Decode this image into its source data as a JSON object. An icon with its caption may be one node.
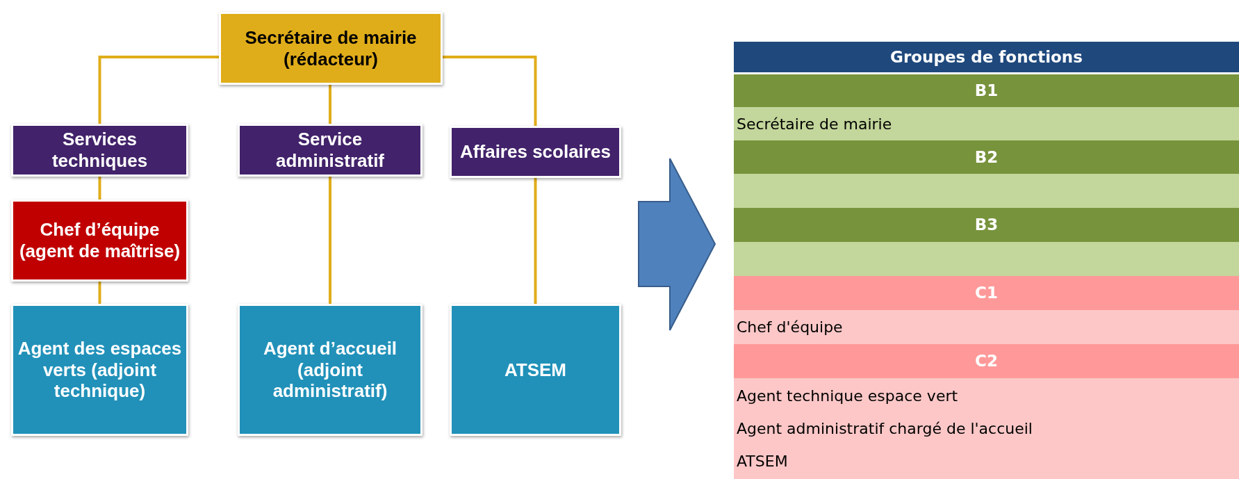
{
  "diagram": {
    "nodes": [
      {
        "text": [
          "Secrétaire de mairie (rédacteur)"
        ]
      },
      {
        "text": [
          "Services techniques"
        ]
      },
      {
        "text": [
          "Service administratif"
        ]
      },
      {
        "text": [
          "Affaires scolaires"
        ]
      },
      {
        "text": [
          "Chef d’équipe (agent de maîtrise)"
        ]
      },
      {
        "text": [
          "Agent des espaces verts (adjoint technique)"
        ]
      },
      {
        "text": [
          "Agent d’accueil (adjoint administratif)"
        ]
      },
      {
        "text": [
          "ATSEM"
        ]
      }
    ],
    "edges": [
      {
        "from": 0,
        "to": 1,
        "arrow": "none"
      },
      {
        "from": 0,
        "to": 2,
        "arrow": "none"
      },
      {
        "from": 0,
        "to": 3,
        "arrow": "none"
      },
      {
        "from": 1,
        "to": 4,
        "arrow": "none"
      },
      {
        "from": 4,
        "to": 5,
        "arrow": "none"
      },
      {
        "from": 2,
        "to": 6,
        "arrow": "none"
      },
      {
        "from": 3,
        "to": 7,
        "arrow": "none"
      }
    ],
    "labels": [
      "Groupes de fonctions",
      "B1",
      "Secrétaire de mairie",
      "B2",
      "B3",
      "C1",
      "Chef d'équipe",
      "C2",
      "Agent technique espace vert",
      "Agent administratif chargé de l'accueil",
      "ATSEM"
    ]
  }
}
